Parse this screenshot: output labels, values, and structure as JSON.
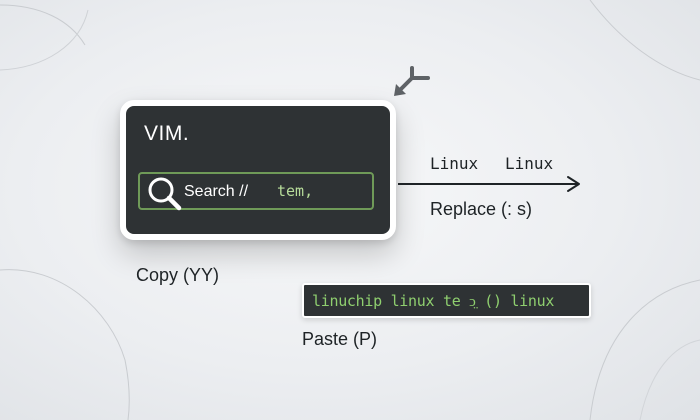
{
  "vim_window": {
    "title": "VIM.",
    "search": {
      "label": "Search //",
      "value": "tem,"
    }
  },
  "replace": {
    "from": "Linux",
    "to": "Linux",
    "label": "Replace (: s)"
  },
  "copy": {
    "label": "Copy (YY)"
  },
  "paste": {
    "buffer_text": "linuchip linux te ↄ̤ () linux",
    "label": "Paste (P)"
  },
  "icons": {
    "cursor": "pointer-arrow-icon",
    "search": "magnifier-icon",
    "arrow": "right-arrow-icon"
  },
  "colors": {
    "background": "#eceef1",
    "terminal_bg": "#2e3234",
    "accent_green": "#6f9a58",
    "text_green": "#8fcf6f",
    "text_dark": "#1e2326"
  }
}
